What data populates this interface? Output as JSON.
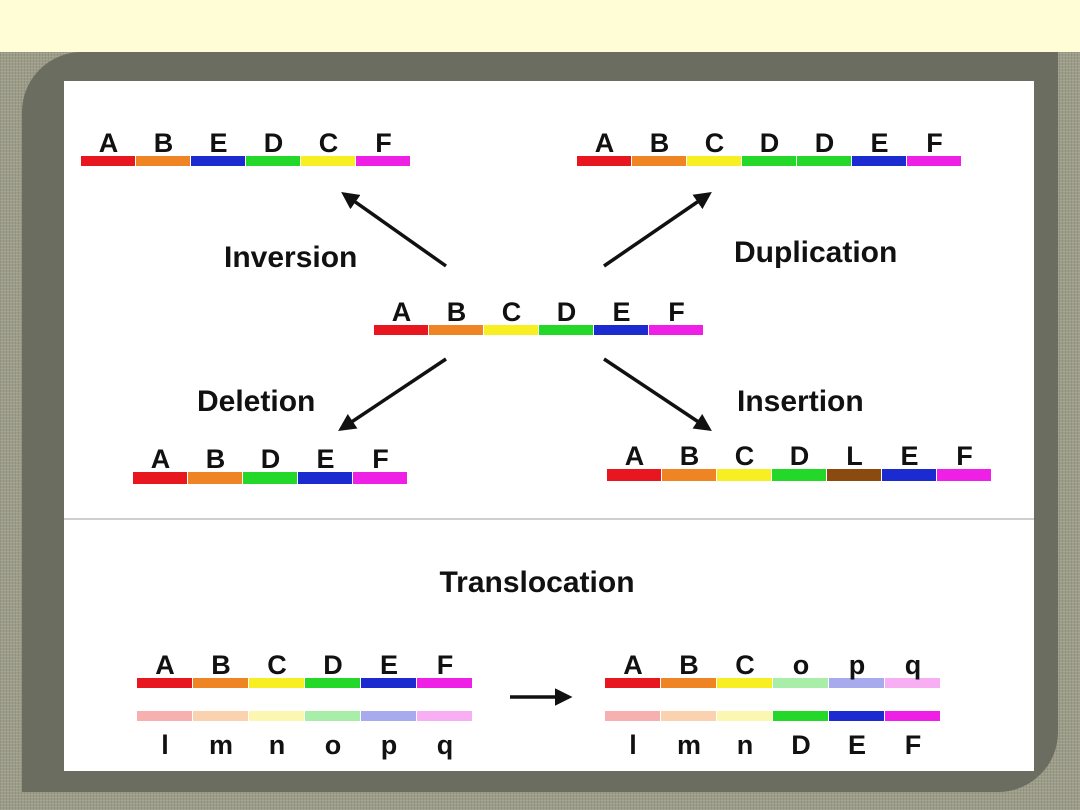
{
  "slide": {
    "colors": {
      "banner": "#fffdd5",
      "frame": "#6a6d5f",
      "panel": "#ffffff"
    }
  },
  "diagram": {
    "labels": {
      "inversion": "Inversion",
      "duplication": "Duplication",
      "deletion": "Deletion",
      "insertion": "Insertion",
      "translocation": "Translocation"
    },
    "chromosomes": [
      {
        "id": "original",
        "genes": [
          {
            "l": "A",
            "c": "#e8161f"
          },
          {
            "l": "B",
            "c": "#ef8424"
          },
          {
            "l": "C",
            "c": "#f8ef23"
          },
          {
            "l": "D",
            "c": "#24d82a"
          },
          {
            "l": "E",
            "c": "#1c2bd0"
          },
          {
            "l": "F",
            "c": "#ee20e6"
          }
        ]
      },
      {
        "id": "inversion",
        "genes": [
          {
            "l": "A",
            "c": "#e8161f"
          },
          {
            "l": "B",
            "c": "#ef8424"
          },
          {
            "l": "E",
            "c": "#1c2bd0"
          },
          {
            "l": "D",
            "c": "#24d82a"
          },
          {
            "l": "C",
            "c": "#f8ef23"
          },
          {
            "l": "F",
            "c": "#ee20e6"
          }
        ]
      },
      {
        "id": "duplication",
        "genes": [
          {
            "l": "A",
            "c": "#e8161f"
          },
          {
            "l": "B",
            "c": "#ef8424"
          },
          {
            "l": "C",
            "c": "#f8ef23"
          },
          {
            "l": "D",
            "c": "#24d82a"
          },
          {
            "l": "D",
            "c": "#24d82a"
          },
          {
            "l": "E",
            "c": "#1c2bd0"
          },
          {
            "l": "F",
            "c": "#ee20e6"
          }
        ]
      },
      {
        "id": "deletion",
        "genes": [
          {
            "l": "A",
            "c": "#e8161f"
          },
          {
            "l": "B",
            "c": "#ef8424"
          },
          {
            "l": "D",
            "c": "#24d82a"
          },
          {
            "l": "E",
            "c": "#1c2bd0"
          },
          {
            "l": "F",
            "c": "#ee20e6"
          }
        ]
      },
      {
        "id": "insertion",
        "genes": [
          {
            "l": "A",
            "c": "#e8161f"
          },
          {
            "l": "B",
            "c": "#ef8424"
          },
          {
            "l": "C",
            "c": "#f8ef23"
          },
          {
            "l": "D",
            "c": "#24d82a"
          },
          {
            "l": "L",
            "c": "#8a4a10"
          },
          {
            "l": "E",
            "c": "#1c2bd0"
          },
          {
            "l": "F",
            "c": "#ee20e6"
          }
        ]
      },
      {
        "id": "trans-before-1",
        "genes": [
          {
            "l": "A",
            "c": "#e8161f"
          },
          {
            "l": "B",
            "c": "#ef8424"
          },
          {
            "l": "C",
            "c": "#f8ef23"
          },
          {
            "l": "D",
            "c": "#24d82a"
          },
          {
            "l": "E",
            "c": "#1c2bd0"
          },
          {
            "l": "F",
            "c": "#ee20e6"
          }
        ]
      },
      {
        "id": "trans-before-2",
        "genes": [
          {
            "l": "l",
            "c": "#f7b0b0"
          },
          {
            "l": "m",
            "c": "#fbd2b0"
          },
          {
            "l": "n",
            "c": "#fbf7b0"
          },
          {
            "l": "o",
            "c": "#a8eea8"
          },
          {
            "l": "p",
            "c": "#a7abee"
          },
          {
            "l": "q",
            "c": "#f7aef2"
          }
        ]
      },
      {
        "id": "trans-after-1",
        "genes": [
          {
            "l": "A",
            "c": "#e8161f"
          },
          {
            "l": "B",
            "c": "#ef8424"
          },
          {
            "l": "C",
            "c": "#f8ef23"
          },
          {
            "l": "o",
            "c": "#a8eea8"
          },
          {
            "l": "p",
            "c": "#a7abee"
          },
          {
            "l": "q",
            "c": "#f7aef2"
          }
        ]
      },
      {
        "id": "trans-after-2",
        "genes": [
          {
            "l": "l",
            "c": "#f7b0b0"
          },
          {
            "l": "m",
            "c": "#fbd2b0"
          },
          {
            "l": "n",
            "c": "#fbf7b0"
          },
          {
            "l": "D",
            "c": "#24d82a"
          },
          {
            "l": "E",
            "c": "#1c2bd0"
          },
          {
            "l": "F",
            "c": "#ee20e6"
          }
        ]
      }
    ]
  }
}
